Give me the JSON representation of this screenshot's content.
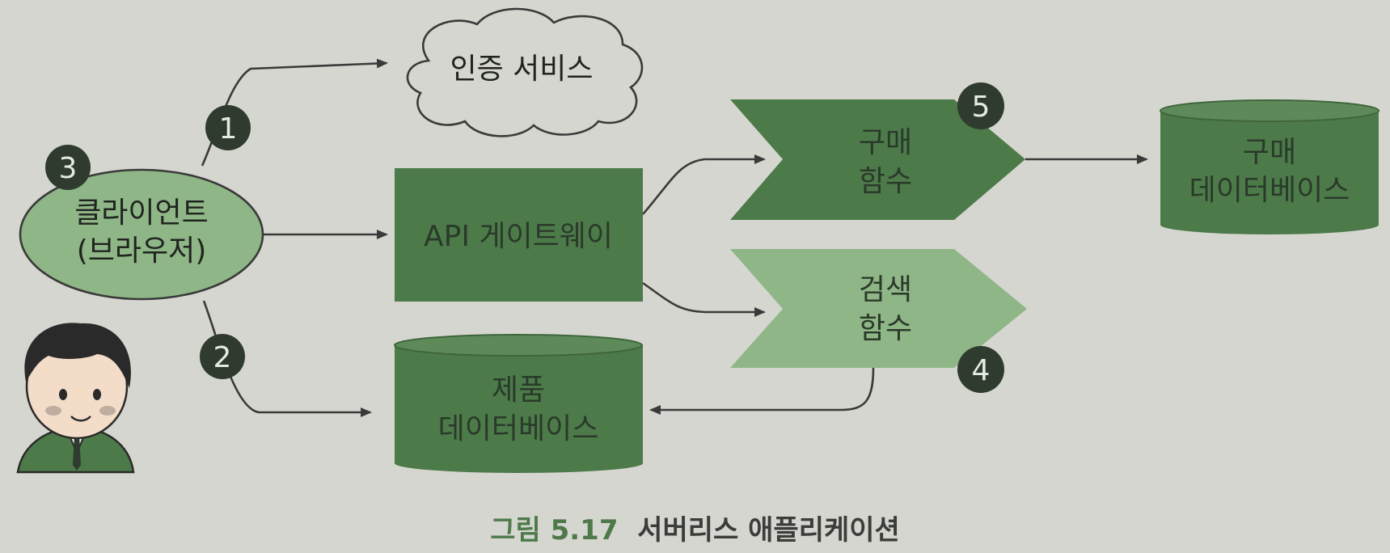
{
  "diagram": {
    "client": {
      "line1": "클라이언트",
      "line2": "(브라우저)"
    },
    "auth_service": "인증 서비스",
    "api_gateway": "API 게이트웨이",
    "purchase_function": {
      "line1": "구매",
      "line2": "함수"
    },
    "search_function": {
      "line1": "검색",
      "line2": "함수"
    },
    "purchase_db": {
      "line1": "구매",
      "line2": "데이터베이스"
    },
    "product_db": {
      "line1": "제품",
      "line2": "데이터베이스"
    },
    "badges": [
      "1",
      "2",
      "3",
      "4",
      "5"
    ]
  },
  "caption": {
    "number": "그림 5.17",
    "title": "서버리스 애플리케이션"
  },
  "colors": {
    "background": "#d6d6d1",
    "dark_green": "#4d7a49",
    "light_green": "#8fb687",
    "badge": "#2f3b2e"
  }
}
